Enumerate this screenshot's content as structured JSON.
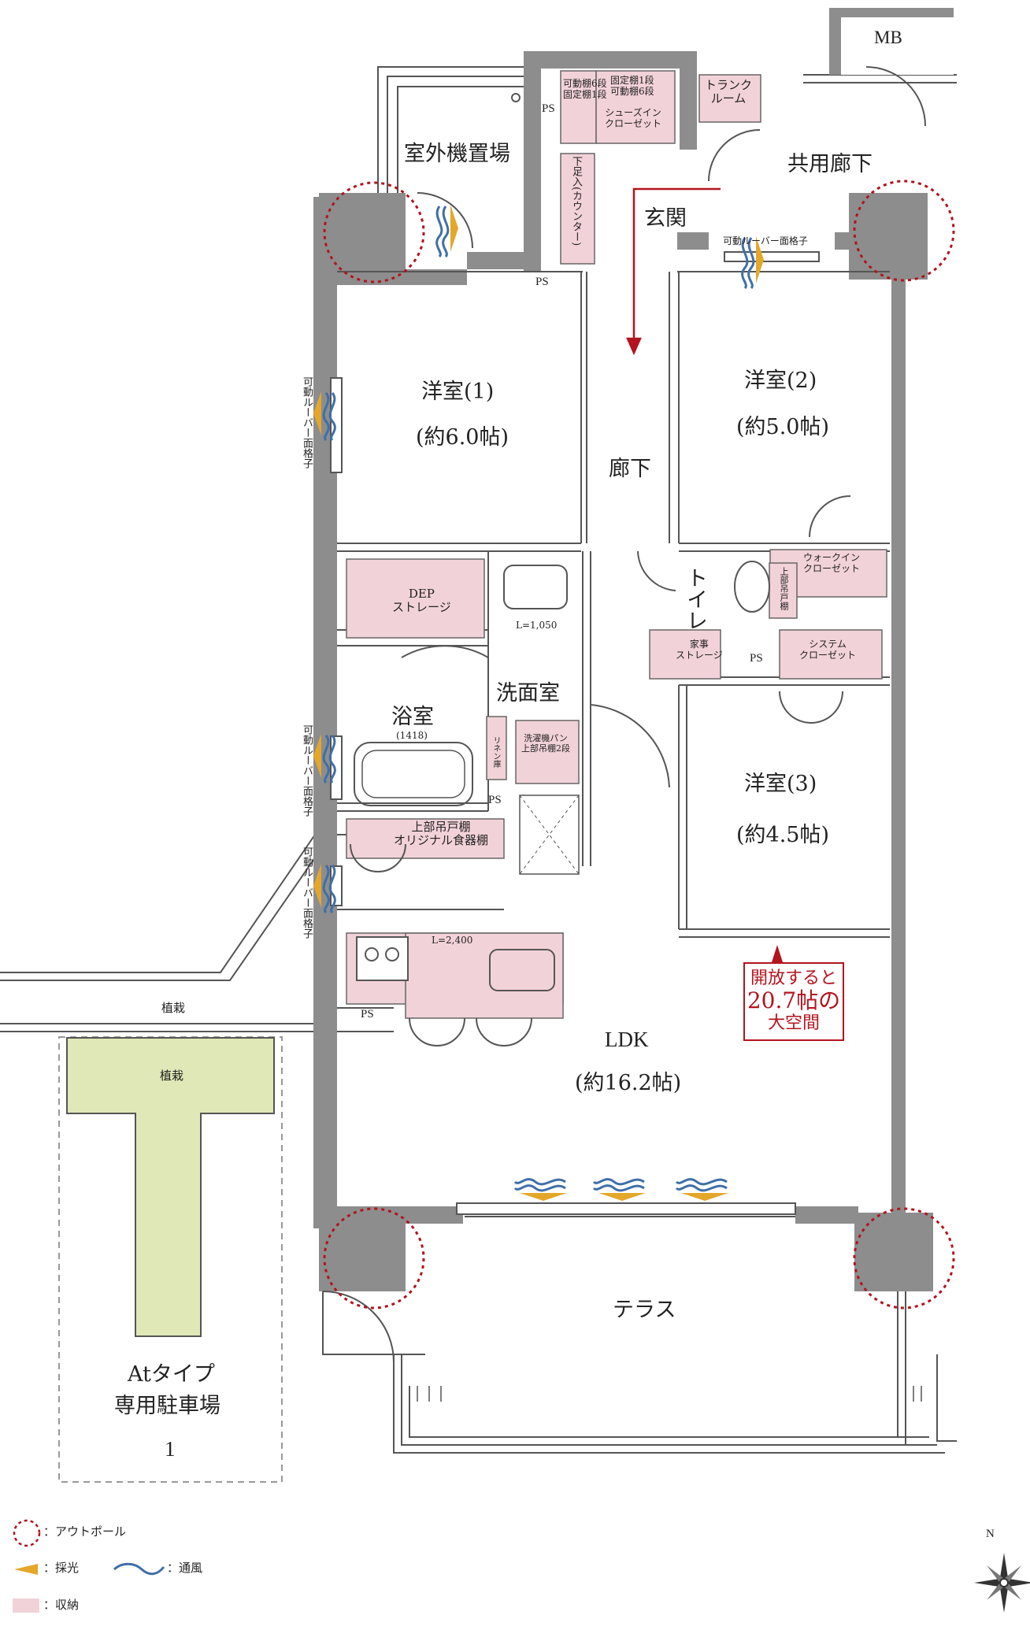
{
  "rooms": {
    "mb": "MB",
    "outdoor_unit": "室外機置場",
    "common_corridor": "共用廊下",
    "trunk_room": "トランク\nルーム",
    "entrance": "玄関",
    "ps_top_left": "PS",
    "ps_entrance": "PS",
    "ps_bath": "PS",
    "ps_closet": "PS",
    "ps_kitchen": "PS",
    "fixed_shelf_left": "可動棚6段\n固定棚1段",
    "fixed_shelf_right": "固定棚1段\n可動棚6段",
    "shoes_in_closet": "シューズイン\nクローゼット",
    "shoe_counter": "下足入(カウンター)",
    "room1_name": "洋室(1)",
    "room1_size": "(約6.0帖)",
    "room2_name": "洋室(2)",
    "room2_size": "(約5.0帖)",
    "room3_name": "洋室(3)",
    "room3_size": "(約4.5帖)",
    "hallway": "廊下",
    "toilet": "トイレ",
    "upper_cabinet": "上部吊戸棚",
    "walk_in_closet": "ウォークイン\nクローゼット",
    "housework_storage": "家事\nストレージ",
    "system_closet": "システム\nクローゼット",
    "dep_storage": "DEP\nストレージ",
    "vanity_width": "L=1,050",
    "washroom": "洗面室",
    "bathroom": "浴室",
    "bath_size": "(1418)",
    "linen": "リネン庫",
    "washer_pan": "洗濯機パン\n上部吊棚2段",
    "dish_cabinet": "上部吊戸棚\nオリジナル食器棚",
    "kitchen_width": "L=2,400",
    "ldk_name": "LDK",
    "ldk_size": "(約16.2帖)",
    "terrace": "テラス",
    "planting_top": "植栽",
    "planting_inner": "植栽",
    "parking_line1": "Atタイプ",
    "parking_line2": "専用駐車場",
    "parking_number": "1"
  },
  "louver_labels": {
    "top": "可動ルーバー面格子",
    "room1": "可動ルーバー面格子",
    "bath": "可動ルーバー面格子",
    "kitchen": "可動ルーバー面格子"
  },
  "callout": {
    "line1": "開放すると",
    "line2": "20.7帖の",
    "line3": "大空間"
  },
  "compass": {
    "north": "N"
  },
  "legend": {
    "outpole": "：アウトポール",
    "light": "：採光",
    "wind": "：通風",
    "storage": "：収納"
  },
  "colors": {
    "wall": "#8d8d8d",
    "storage": "#f2d2d9",
    "planting": "#dfe8b6",
    "accent_red": "#b3141e",
    "light": "#e4a72a",
    "wind": "#3f6fa8"
  }
}
